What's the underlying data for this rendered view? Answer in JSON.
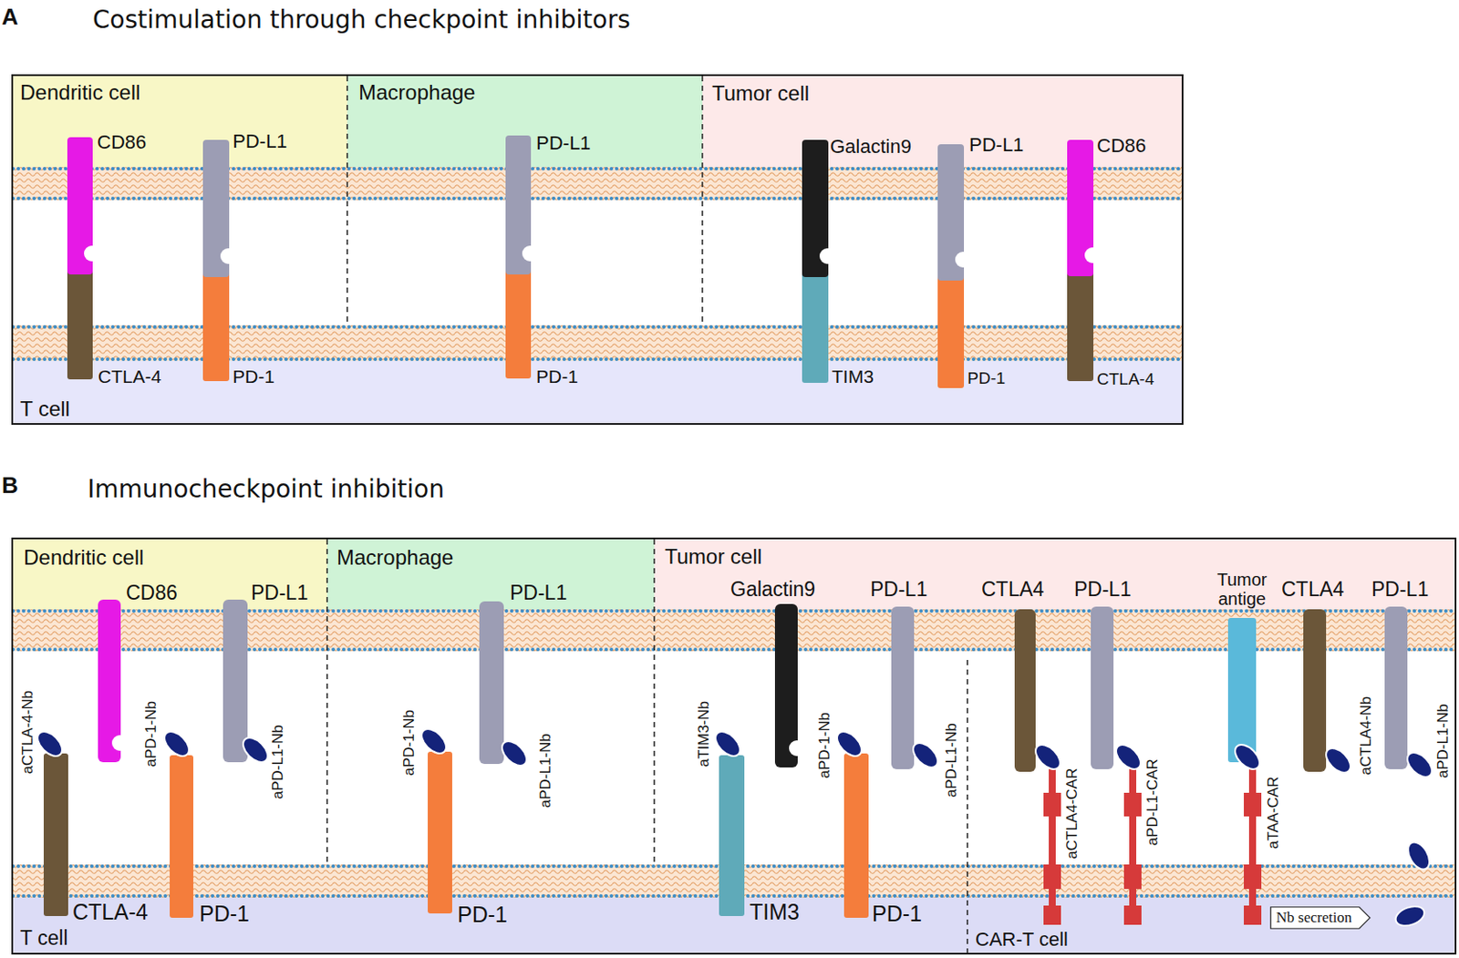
{
  "diagram": {
    "nodes": [
      {
        "text": [
          "Costimulation through checkpoint inhibitors"
        ]
      },
      {
        "text": [
          "Dendritic cell"
        ],
        "in": 0
      },
      {
        "text": [
          "Macrophage"
        ],
        "in": 0
      },
      {
        "text": [
          "Tumor cell"
        ],
        "in": 0
      },
      {
        "text": [
          "T cell"
        ],
        "in": 0
      },
      {
        "text": [
          "Immunocheckpoint inhibition"
        ]
      },
      {
        "text": [
          "Dendritic cell"
        ],
        "in": 5
      },
      {
        "text": [
          "Macrophage"
        ],
        "in": 5
      },
      {
        "text": [
          "Tumor cell"
        ],
        "in": 5
      },
      {
        "text": [
          "T cell"
        ],
        "in": 5
      },
      {
        "text": [
          "CAR-T cell"
        ],
        "in": 5
      },
      {
        "text": [
          "Nb secretion"
        ],
        "in": 10
      }
    ],
    "labels": [
      "A",
      "CD86",
      "PD-L1",
      "PD-L1",
      "Galactin9",
      "PD-L1",
      "CD86",
      "CTLA-4",
      "PD-1",
      "PD-1",
      "TIM3",
      "PD-1",
      "CTLA-4",
      "B",
      "CD86",
      "PD-L1",
      "PD-L1",
      "Galactin9",
      "PD-L1",
      "CTLA4",
      "PD-L1",
      "Tumor antige",
      "CTLA4",
      "PD-L1",
      "aCTLA-4-Nb",
      "aPD-1-Nb",
      "aPD-L1-Nb",
      "aPD-1-Nb",
      "aPD-L1-Nb",
      "aTIM3-Nb",
      "aPD-1-Nb",
      "aPD-L1-Nb",
      "aCTLA4-CAR",
      "aPD-L1-CAR",
      "aTAA-CAR",
      "aCTLA4-Nb",
      "aPD-L1-Nb",
      "CTLA-4",
      "PD-1",
      "PD-1",
      "TIM3",
      "PD-1"
    ]
  }
}
